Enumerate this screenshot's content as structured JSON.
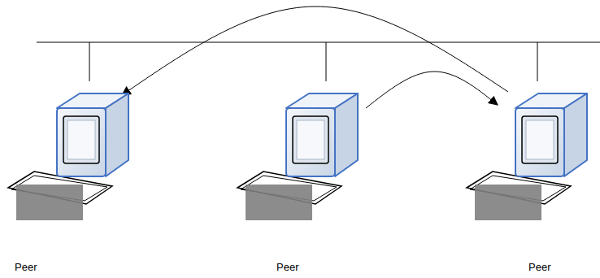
{
  "diagram": {
    "nodes": [
      {
        "text": [
          "Peer"
        ]
      },
      {
        "text": [
          "Peer"
        ]
      },
      {
        "text": [
          "Peer"
        ]
      }
    ],
    "edges": [
      {
        "from": 2,
        "to": 0,
        "arrow": "to"
      },
      {
        "from": 1,
        "to": 2,
        "arrow": "to"
      }
    ]
  }
}
